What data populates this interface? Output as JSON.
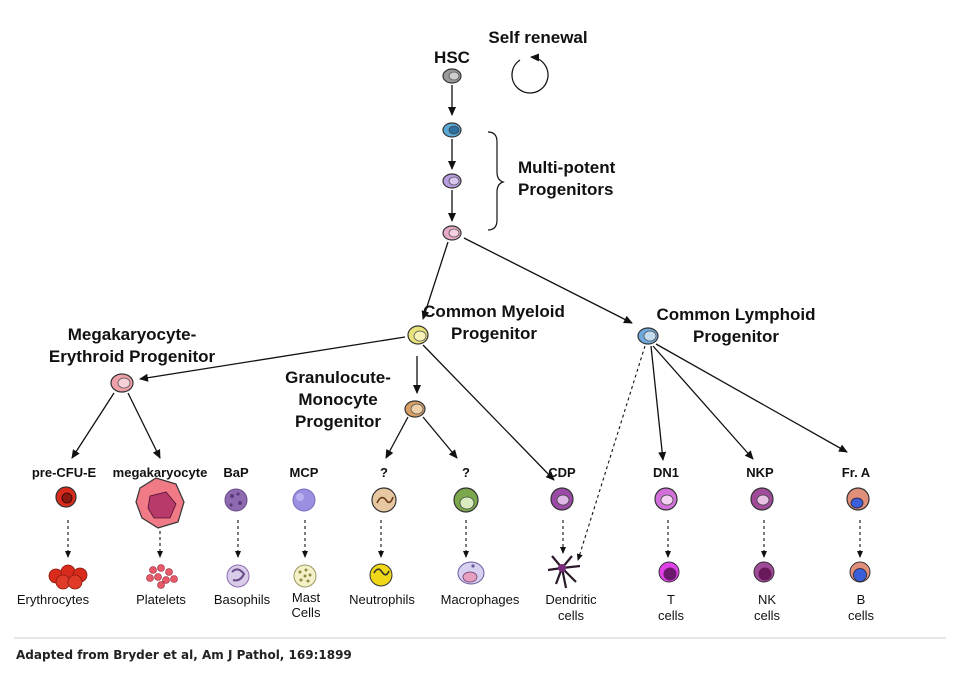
{
  "top": {
    "hsc": "HSC",
    "self_renewal": "Self renewal",
    "multipotent_line1": "Multi-potent",
    "multipotent_line2": "Progenitors"
  },
  "progenitors": {
    "cmp_line1": "Common Myeloid",
    "cmp_line2": "Progenitor",
    "clp_line1": "Common Lymphoid",
    "clp_line2": "Progenitor",
    "mep_line1": "Megakaryocyte-",
    "mep_line2": "Erythroid Progenitor",
    "gmp_line1": "Granulocute-",
    "gmp_line2": "Monocyte",
    "gmp_line3": "Progenitor"
  },
  "precursors": {
    "pre_cfu_e": "pre-CFU-E",
    "megakaryocyte": "megakaryocyte",
    "bap": "BaP",
    "mcp": "MCP",
    "q1": "?",
    "q2": "?",
    "cdp": "CDP",
    "dn1": "DN1",
    "nkp": "NKP",
    "fr_a": "Fr. A"
  },
  "mature": {
    "erythrocytes": "Erythrocytes",
    "platelets": "Platelets",
    "basophils": "Basophils",
    "mast_line1": "Mast",
    "mast_line2": "Cells",
    "neutrophils": "Neutrophils",
    "macrophages": "Macrophages",
    "dendritic_line1": "Dendritic",
    "dendritic_line2": "cells",
    "t_line1": "T",
    "t_line2": "cells",
    "nk_line1": "NK",
    "nk_line2": "cells",
    "b_line1": "B",
    "b_line2": "cells"
  },
  "footer": {
    "citation": "Adapted from Bryder et al, Am J Pathol, 169:1899"
  },
  "colors": {
    "hsc": "#9a9a9a",
    "mpp1": "#5aa9d6",
    "mpp2": "#b89ee0",
    "mpp3": "#e8a9c6",
    "cmp": "#e8e27a",
    "clp": "#6fa8dc",
    "mep": "#f0a0a8",
    "gmp": "#d9a066",
    "erythro": "#d92b1c",
    "megakaryocyte": "#f07a86",
    "basophil": "#8e6bb0",
    "mast": "#9a8fe0",
    "neutrophil": "#e8c8a0",
    "macrophage": "#7aa84a",
    "cdp": "#9b4aa6",
    "dn1": "#d070d8",
    "nkp": "#a04a9a",
    "fr_a": "#e08f7a",
    "b_nucleus": "#3a5fd8",
    "divider": "#cccccc"
  }
}
